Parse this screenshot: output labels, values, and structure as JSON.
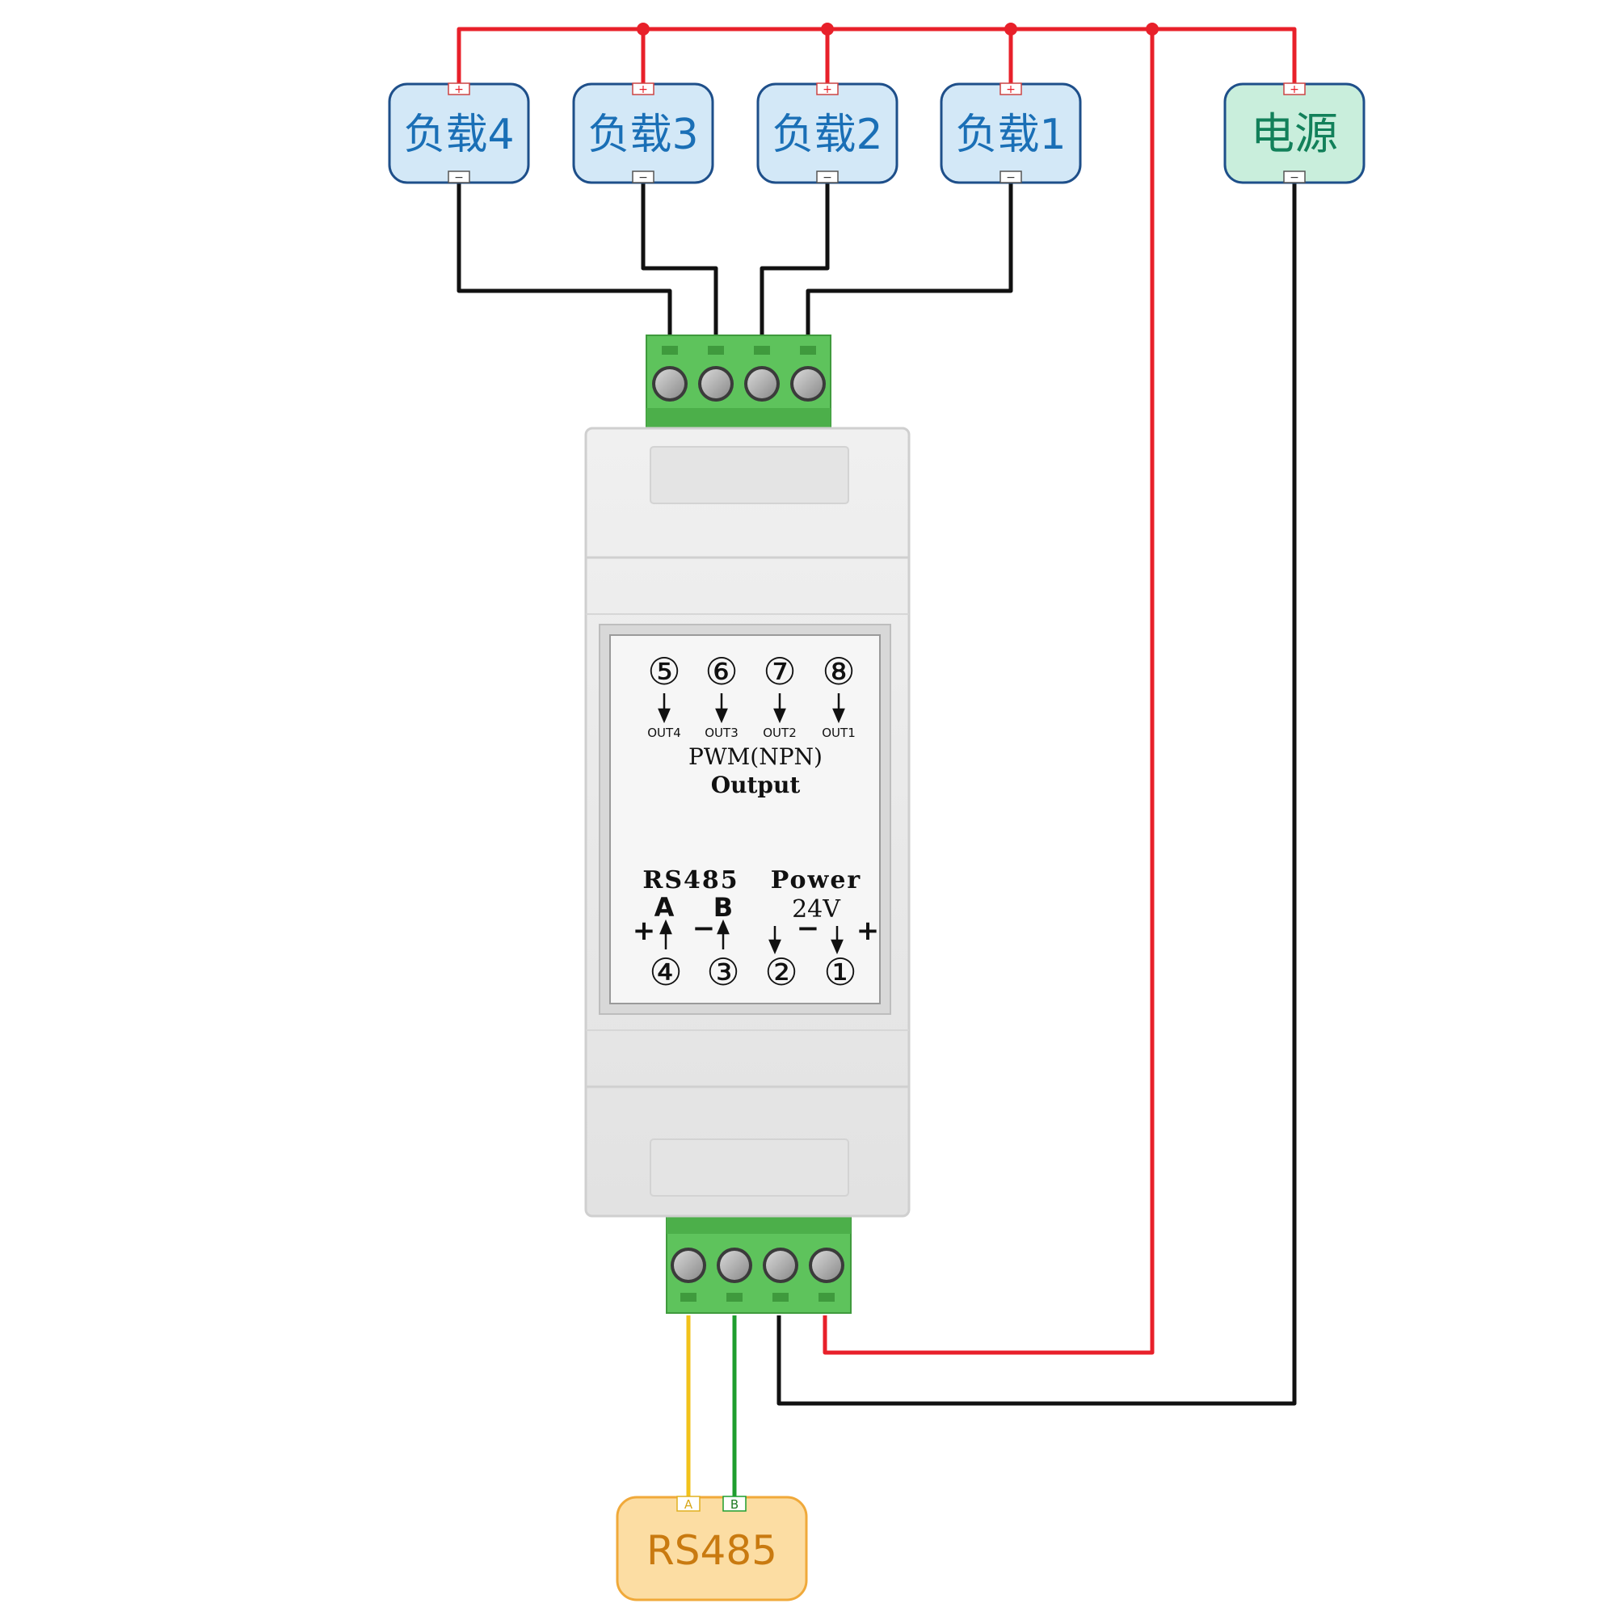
{
  "loads": [
    {
      "label": "负载4",
      "plus": "+",
      "minus": "−"
    },
    {
      "label": "负载3",
      "plus": "+",
      "minus": "−"
    },
    {
      "label": "负载2",
      "plus": "+",
      "minus": "−"
    },
    {
      "label": "负载1",
      "plus": "+",
      "minus": "−"
    }
  ],
  "power_supply": {
    "label": "电源",
    "plus": "+",
    "minus": "−"
  },
  "rs485_box": {
    "label": "RS485",
    "pin_a": "A",
    "pin_b": "B"
  },
  "module": {
    "top_terminals": [
      "⑤",
      "⑥",
      "⑦",
      "⑧"
    ],
    "output_labels": [
      "OUT4",
      "OUT3",
      "OUT2",
      "OUT1"
    ],
    "output_title": "PWM(NPN)",
    "output_subtitle": "Output",
    "rs485_title": "RS485",
    "power_title": "Power",
    "power_voltage": "24V",
    "rs485_a": "A",
    "rs485_b": "B",
    "sign_a": "+",
    "sign_b": "−",
    "sign_pwr_minus": "−",
    "sign_pwr_plus": "+",
    "bottom_terminals": [
      "④",
      "③",
      "②",
      "①"
    ]
  },
  "colors": {
    "positive_wire": "#e8202a",
    "negative_wire": "#111111",
    "rs485_a_wire": "#f2c21a",
    "rs485_b_wire": "#1f9e2e",
    "load_box_fill": "#d3e8f7",
    "load_box_stroke": "#1e4f8a",
    "load_text": "#1a6fb6",
    "power_box_fill": "#c9eedc",
    "power_text": "#12805a",
    "rs485_box_fill": "#fcdda3",
    "rs485_box_stroke": "#f0a93a",
    "rs485_text": "#c97a10",
    "terminal_green": "#5ec35c",
    "housing_grey": "#e8e8e8"
  }
}
